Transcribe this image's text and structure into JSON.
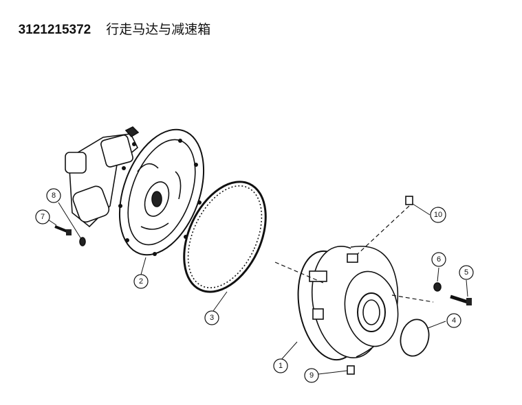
{
  "title": {
    "part_number": "3121215372",
    "name": "行走马达与减速箱"
  },
  "callouts": [
    "1",
    "2",
    "3",
    "4",
    "5",
    "6",
    "7",
    "8",
    "9",
    "10"
  ]
}
